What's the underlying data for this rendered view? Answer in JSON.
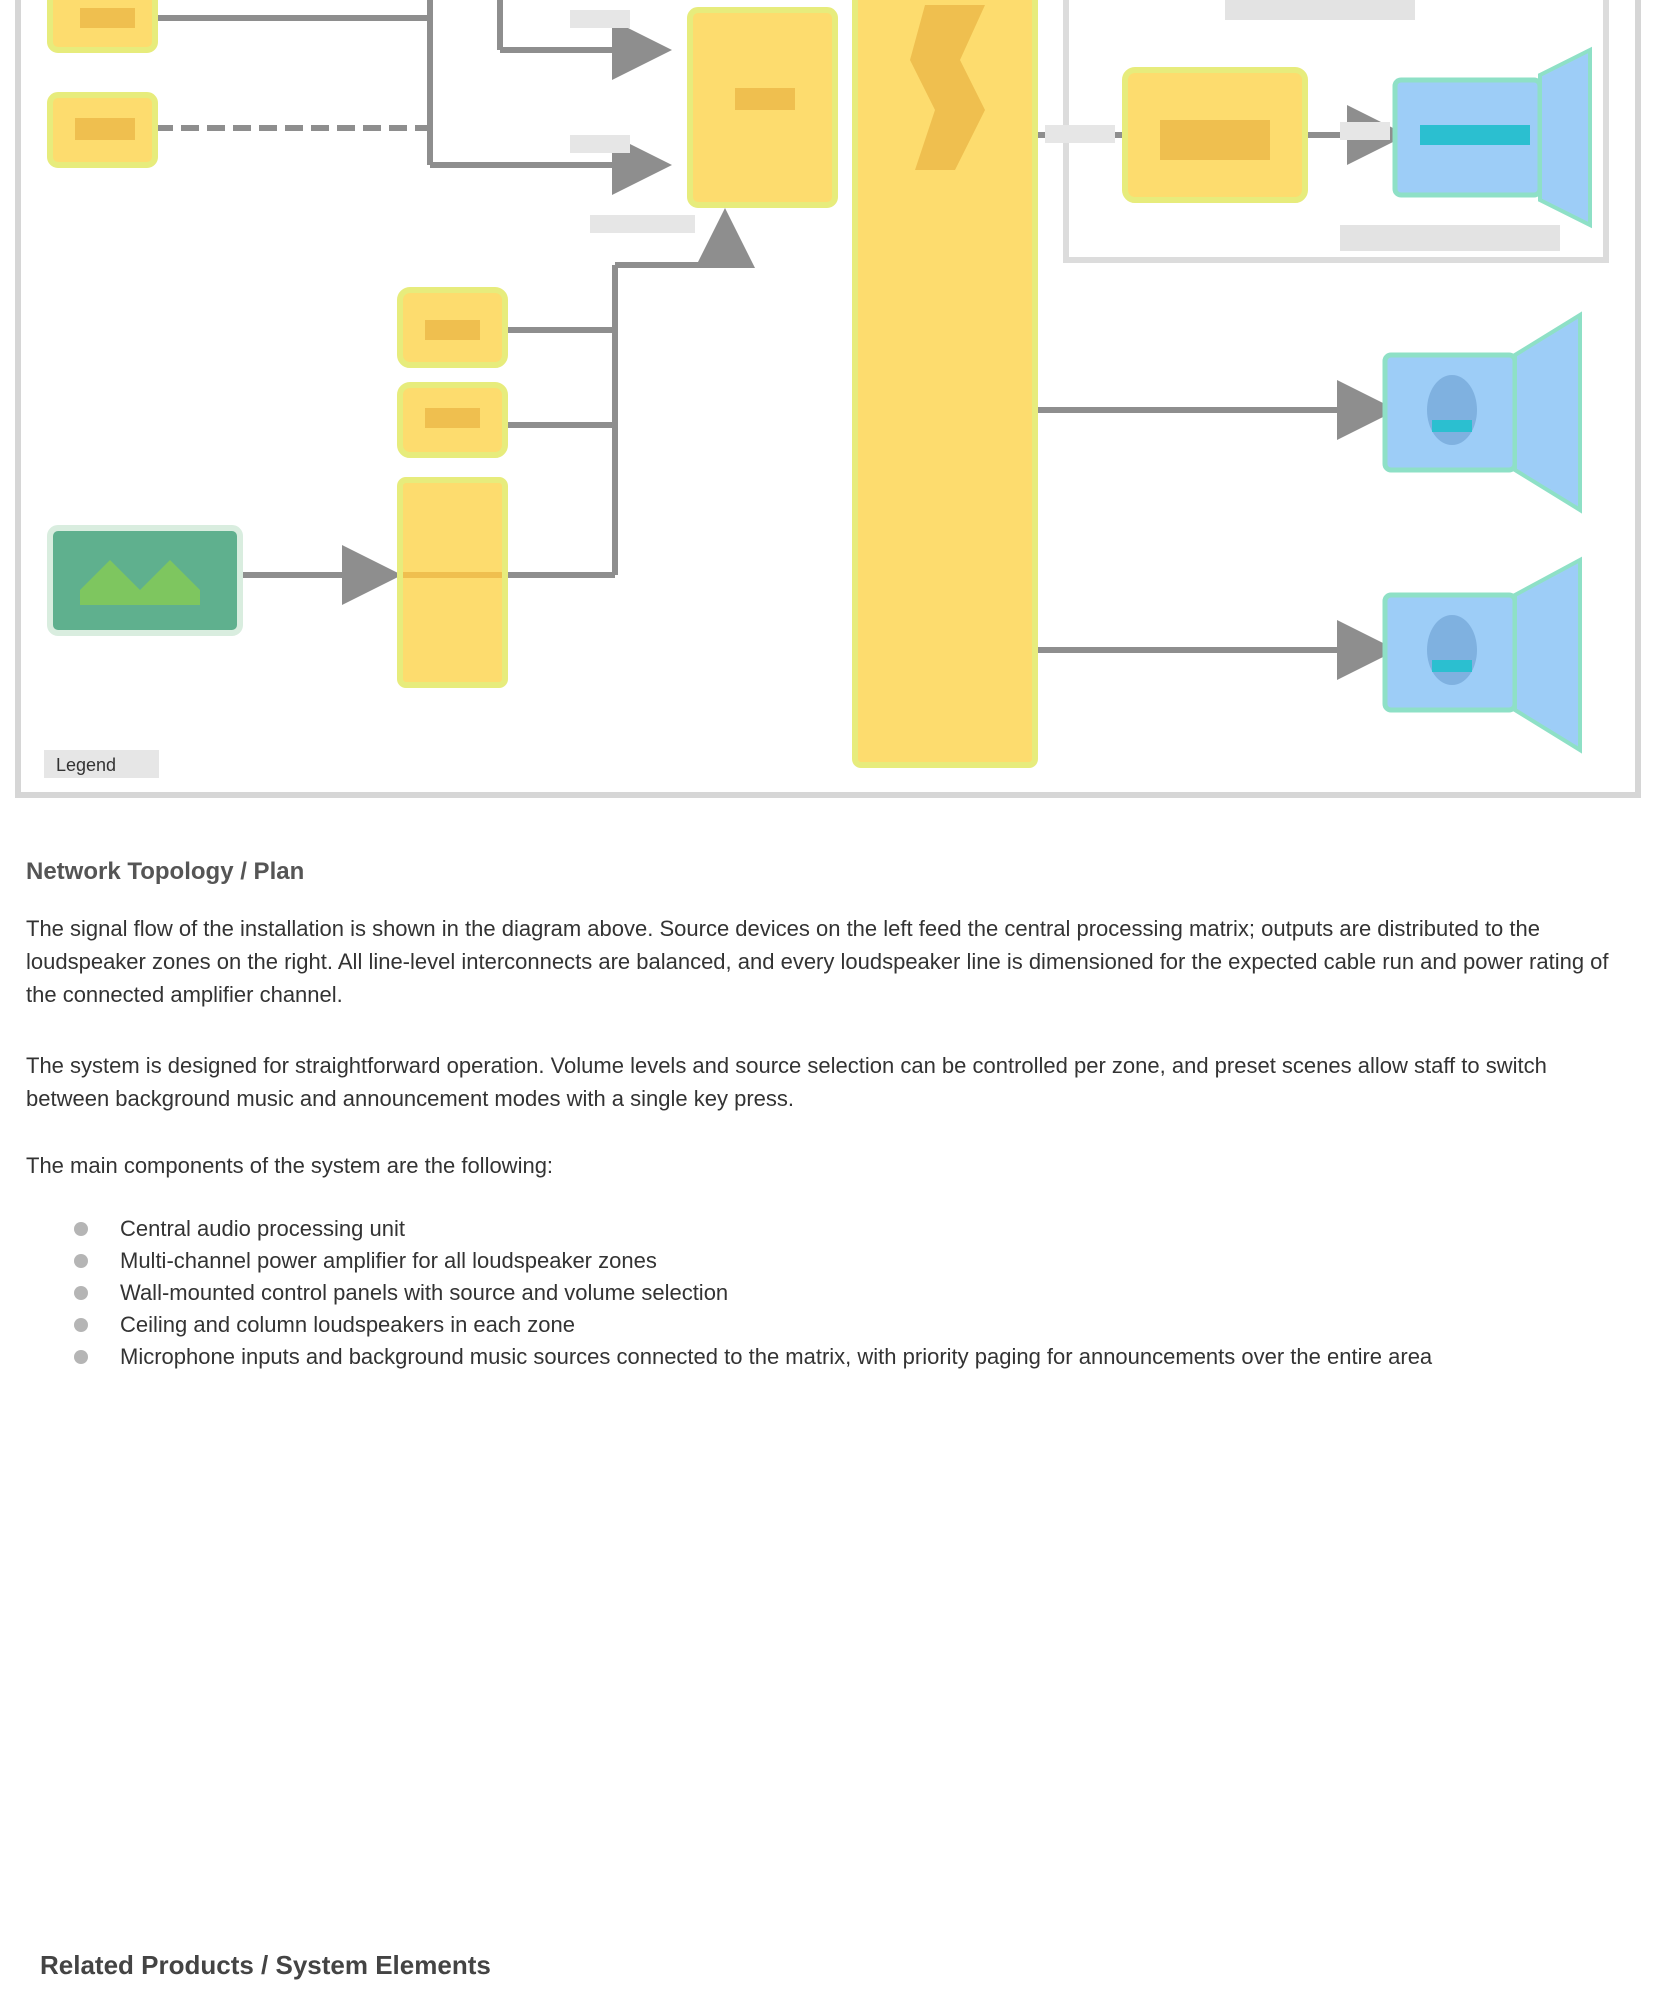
{
  "page": {
    "section_title": "Network Topology / Plan",
    "paragraphs": [
      "The signal flow of the installation is shown in the diagram above. Source devices on the left feed the central processing matrix; outputs are distributed to the loudspeaker zones on the right. All line-level interconnects are balanced, and every loudspeaker line is dimensioned for the expected cable run and power rating of the connected amplifier channel.",
      "The system is designed for straightforward operation. Volume levels and source selection can be controlled per zone, and preset scenes allow staff to switch between background music and announcement modes with a single key press."
    ],
    "subhead": "The main components of the system are the following:",
    "list_items": [
      "Central audio processing unit",
      "Multi-channel power amplifier for all loudspeaker zones",
      "Wall-mounted control panels with source and volume selection",
      "Ceiling and column loudspeakers in each zone",
      "Microphone inputs and background music sources connected to the matrix, with priority paging for announcements over the entire area"
    ],
    "footer_title": "Related Products / System Elements"
  },
  "diagram": {
    "caption": "Legend",
    "colors": {
      "device_fill": "#fddc6e",
      "device_stroke": "#e7ec7c",
      "device_inner": "#efbf4f",
      "speaker_fill": "#9dcdf7",
      "speaker_stroke": "#8ee0c6",
      "speaker_cone": "#2bbfd0",
      "source_fill": "#5fb08e",
      "source_stroke": "#d9eddf",
      "source_inner": "#8bd04b",
      "wire": "#8e8e8e",
      "frame": "#d6d6d6"
    },
    "icons": [
      "source-device-icon",
      "wall-panel-icon",
      "speaker-icon",
      "amplifier-icon",
      "matrix-icon"
    ]
  }
}
